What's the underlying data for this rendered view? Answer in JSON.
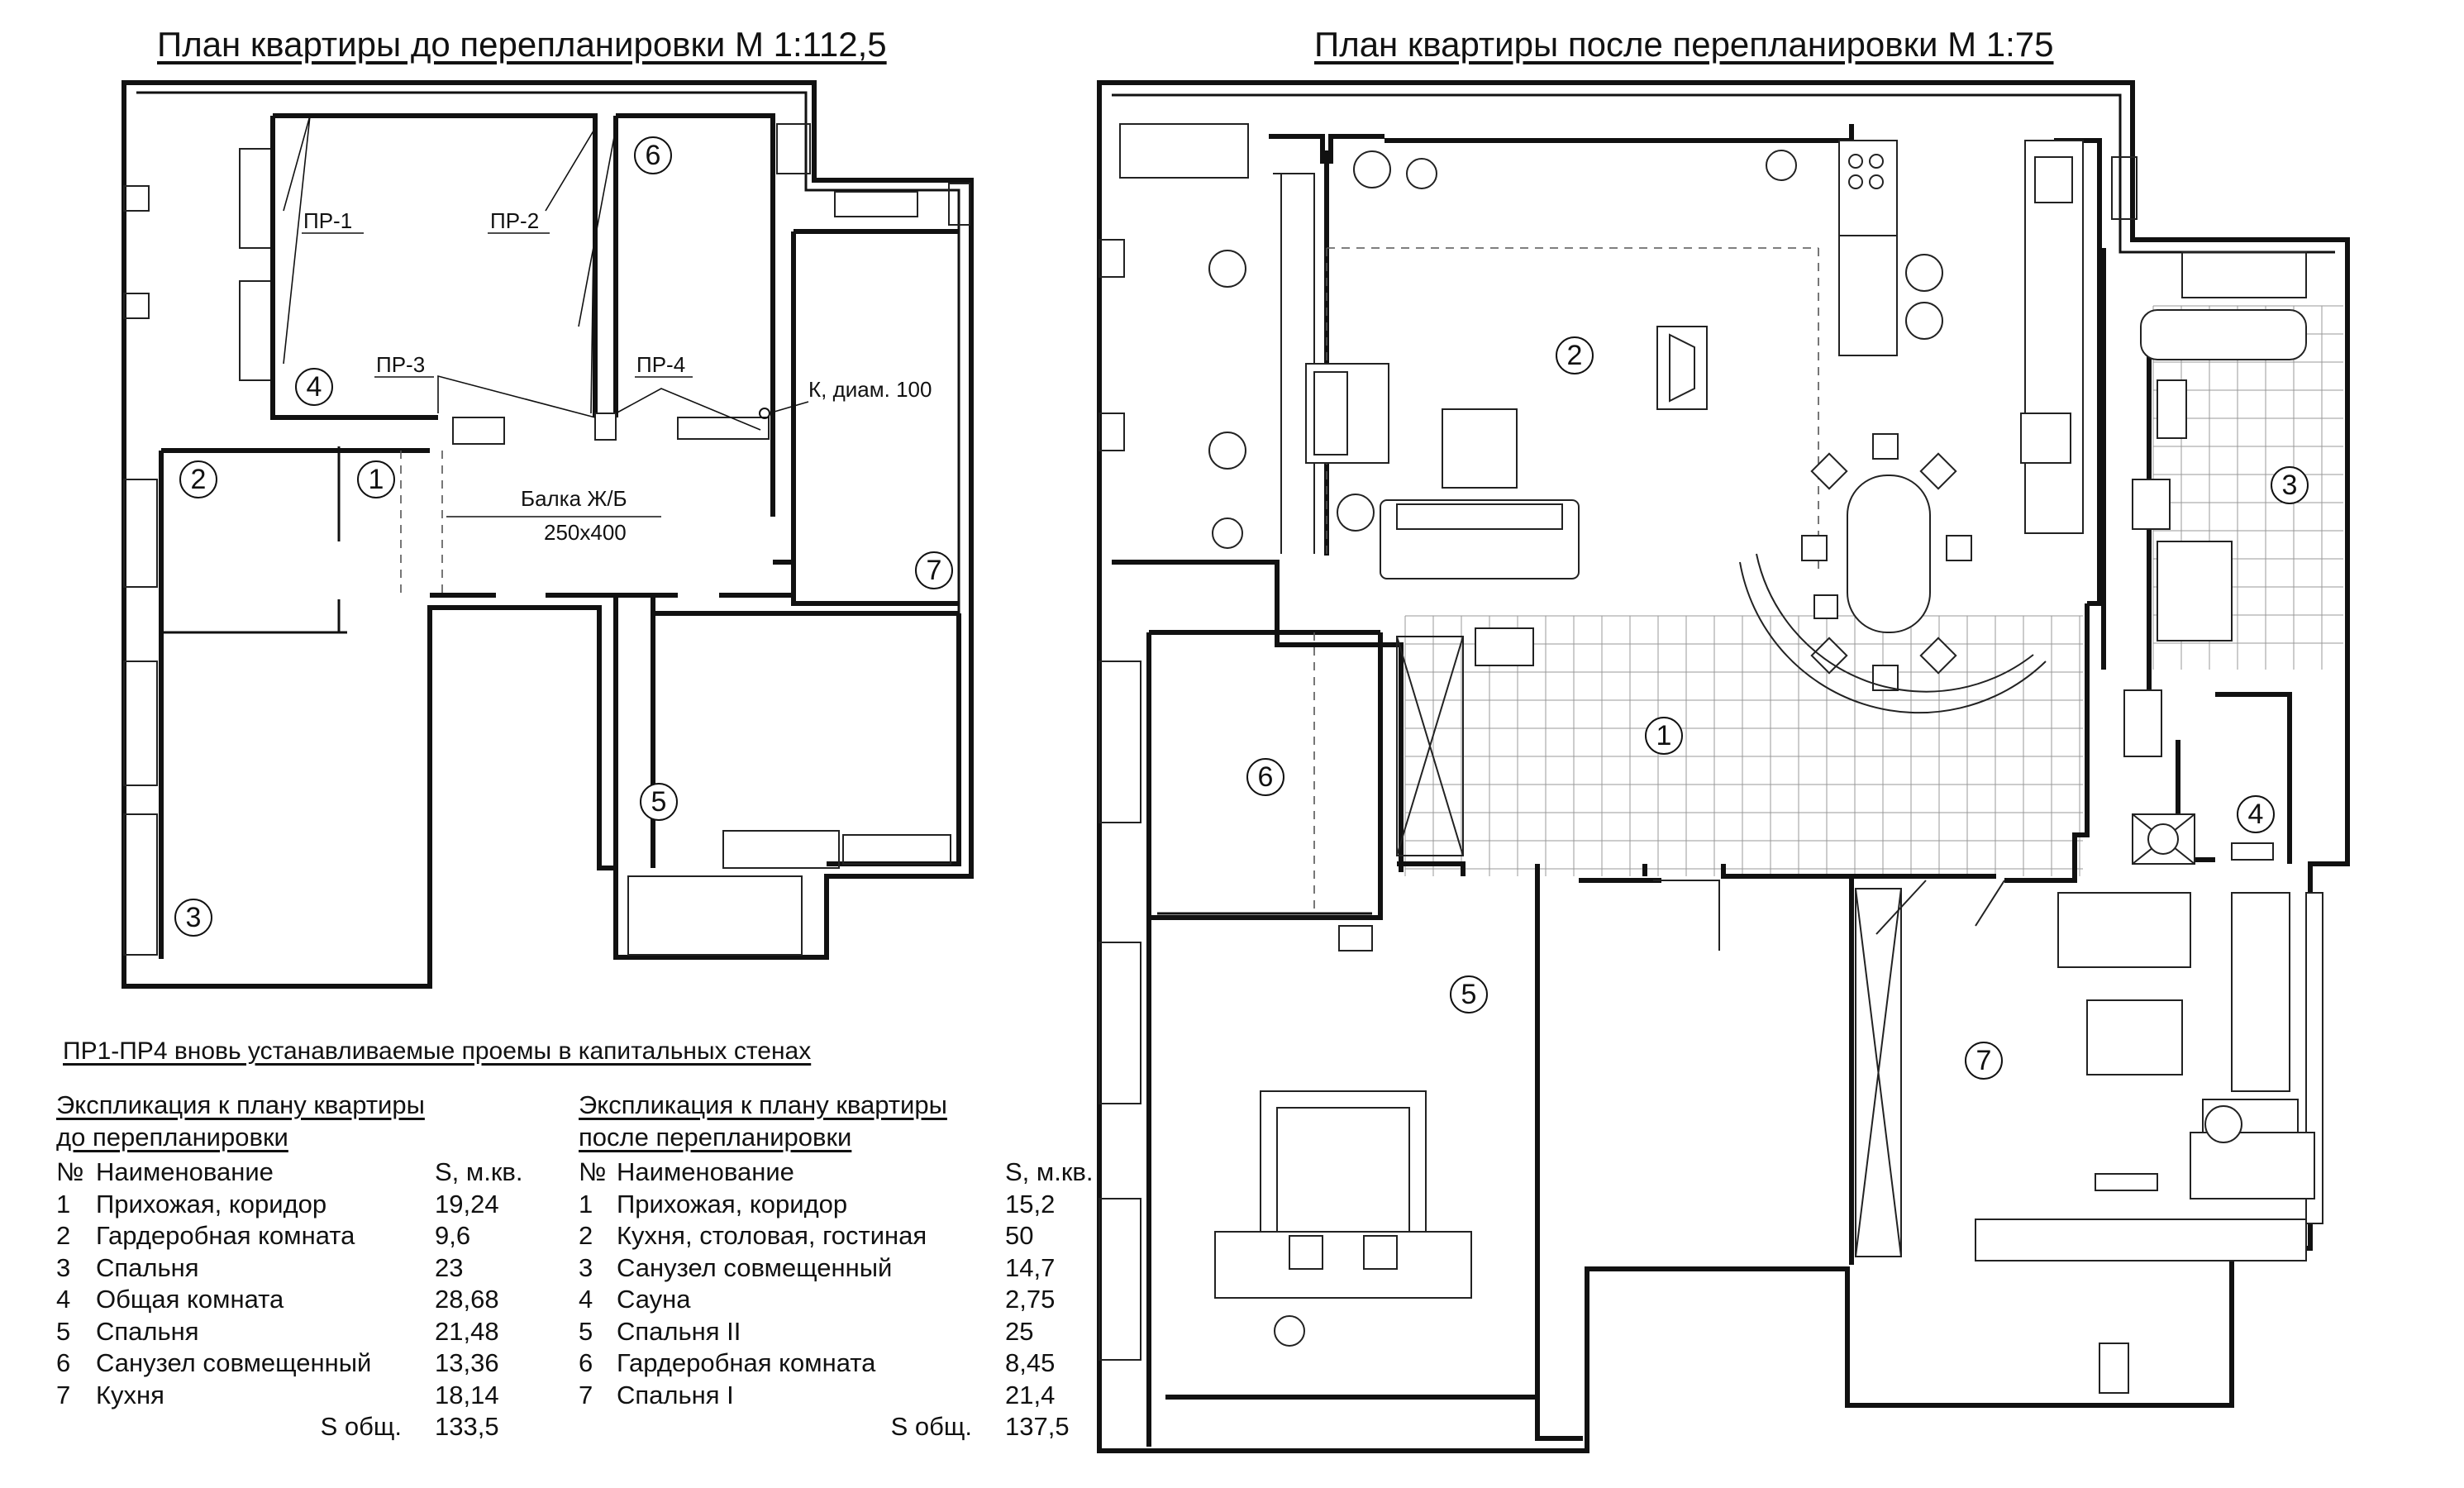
{
  "titles": {
    "before": "План квартиры до перепланировки М 1:112,5",
    "after": "План квартиры после перепланировки М 1:75"
  },
  "plan_before": {
    "openings": [
      "ПР-1",
      "ПР-2",
      "ПР-3",
      "ПР-4"
    ],
    "pipe_label": "К, диам. 100",
    "beam_label": "Балка Ж/Б",
    "beam_size": "250x400",
    "room_numbers": [
      "1",
      "2",
      "3",
      "4",
      "5",
      "6",
      "7"
    ]
  },
  "plan_after": {
    "room_numbers": [
      "1",
      "2",
      "3",
      "4",
      "5",
      "6",
      "7"
    ]
  },
  "note": "ПР1-ПР4 вновь устанавливаемые проемы в капитальных стенах",
  "explication_before": {
    "heading_line1": "Экспликация к плану квартиры",
    "heading_line2": "до перепланировки",
    "col_no": "№",
    "col_name": "Наименование",
    "col_area": "S, м.кв.",
    "rows": [
      {
        "no": "1",
        "name": "Прихожая, коридор",
        "area": "19,24"
      },
      {
        "no": "2",
        "name": "Гардеробная комната",
        "area": "9,6"
      },
      {
        "no": "3",
        "name": "Спальня",
        "area": "23"
      },
      {
        "no": "4",
        "name": "Общая комната",
        "area": "28,68"
      },
      {
        "no": "5",
        "name": "Спальня",
        "area": "21,48"
      },
      {
        "no": "6",
        "name": "Санузел совмещенный",
        "area": "13,36"
      },
      {
        "no": "7",
        "name": "Кухня",
        "area": "18,14"
      }
    ],
    "total_label": "S общ.",
    "total_value": "133,5"
  },
  "explication_after": {
    "heading_line1": "Экспликация к плану квартиры",
    "heading_line2": "после перепланировки",
    "col_no": "№",
    "col_name": "Наименование",
    "col_area": "S, м.кв.",
    "rows": [
      {
        "no": "1",
        "name": "Прихожая, коридор",
        "area": "15,2"
      },
      {
        "no": "2",
        "name": "Кухня, столовая, гостиная",
        "area": "50"
      },
      {
        "no": "3",
        "name": "Санузел совмещенный",
        "area": "14,7"
      },
      {
        "no": "4",
        "name": "Сауна",
        "area": "2,75"
      },
      {
        "no": "5",
        "name": "Спальня II",
        "area": "25"
      },
      {
        "no": "6",
        "name": "Гардеробная комната",
        "area": "8,45"
      },
      {
        "no": "7",
        "name": "Спальня I",
        "area": "21,4"
      }
    ],
    "total_label": "S общ.",
    "total_value": "137,5"
  }
}
